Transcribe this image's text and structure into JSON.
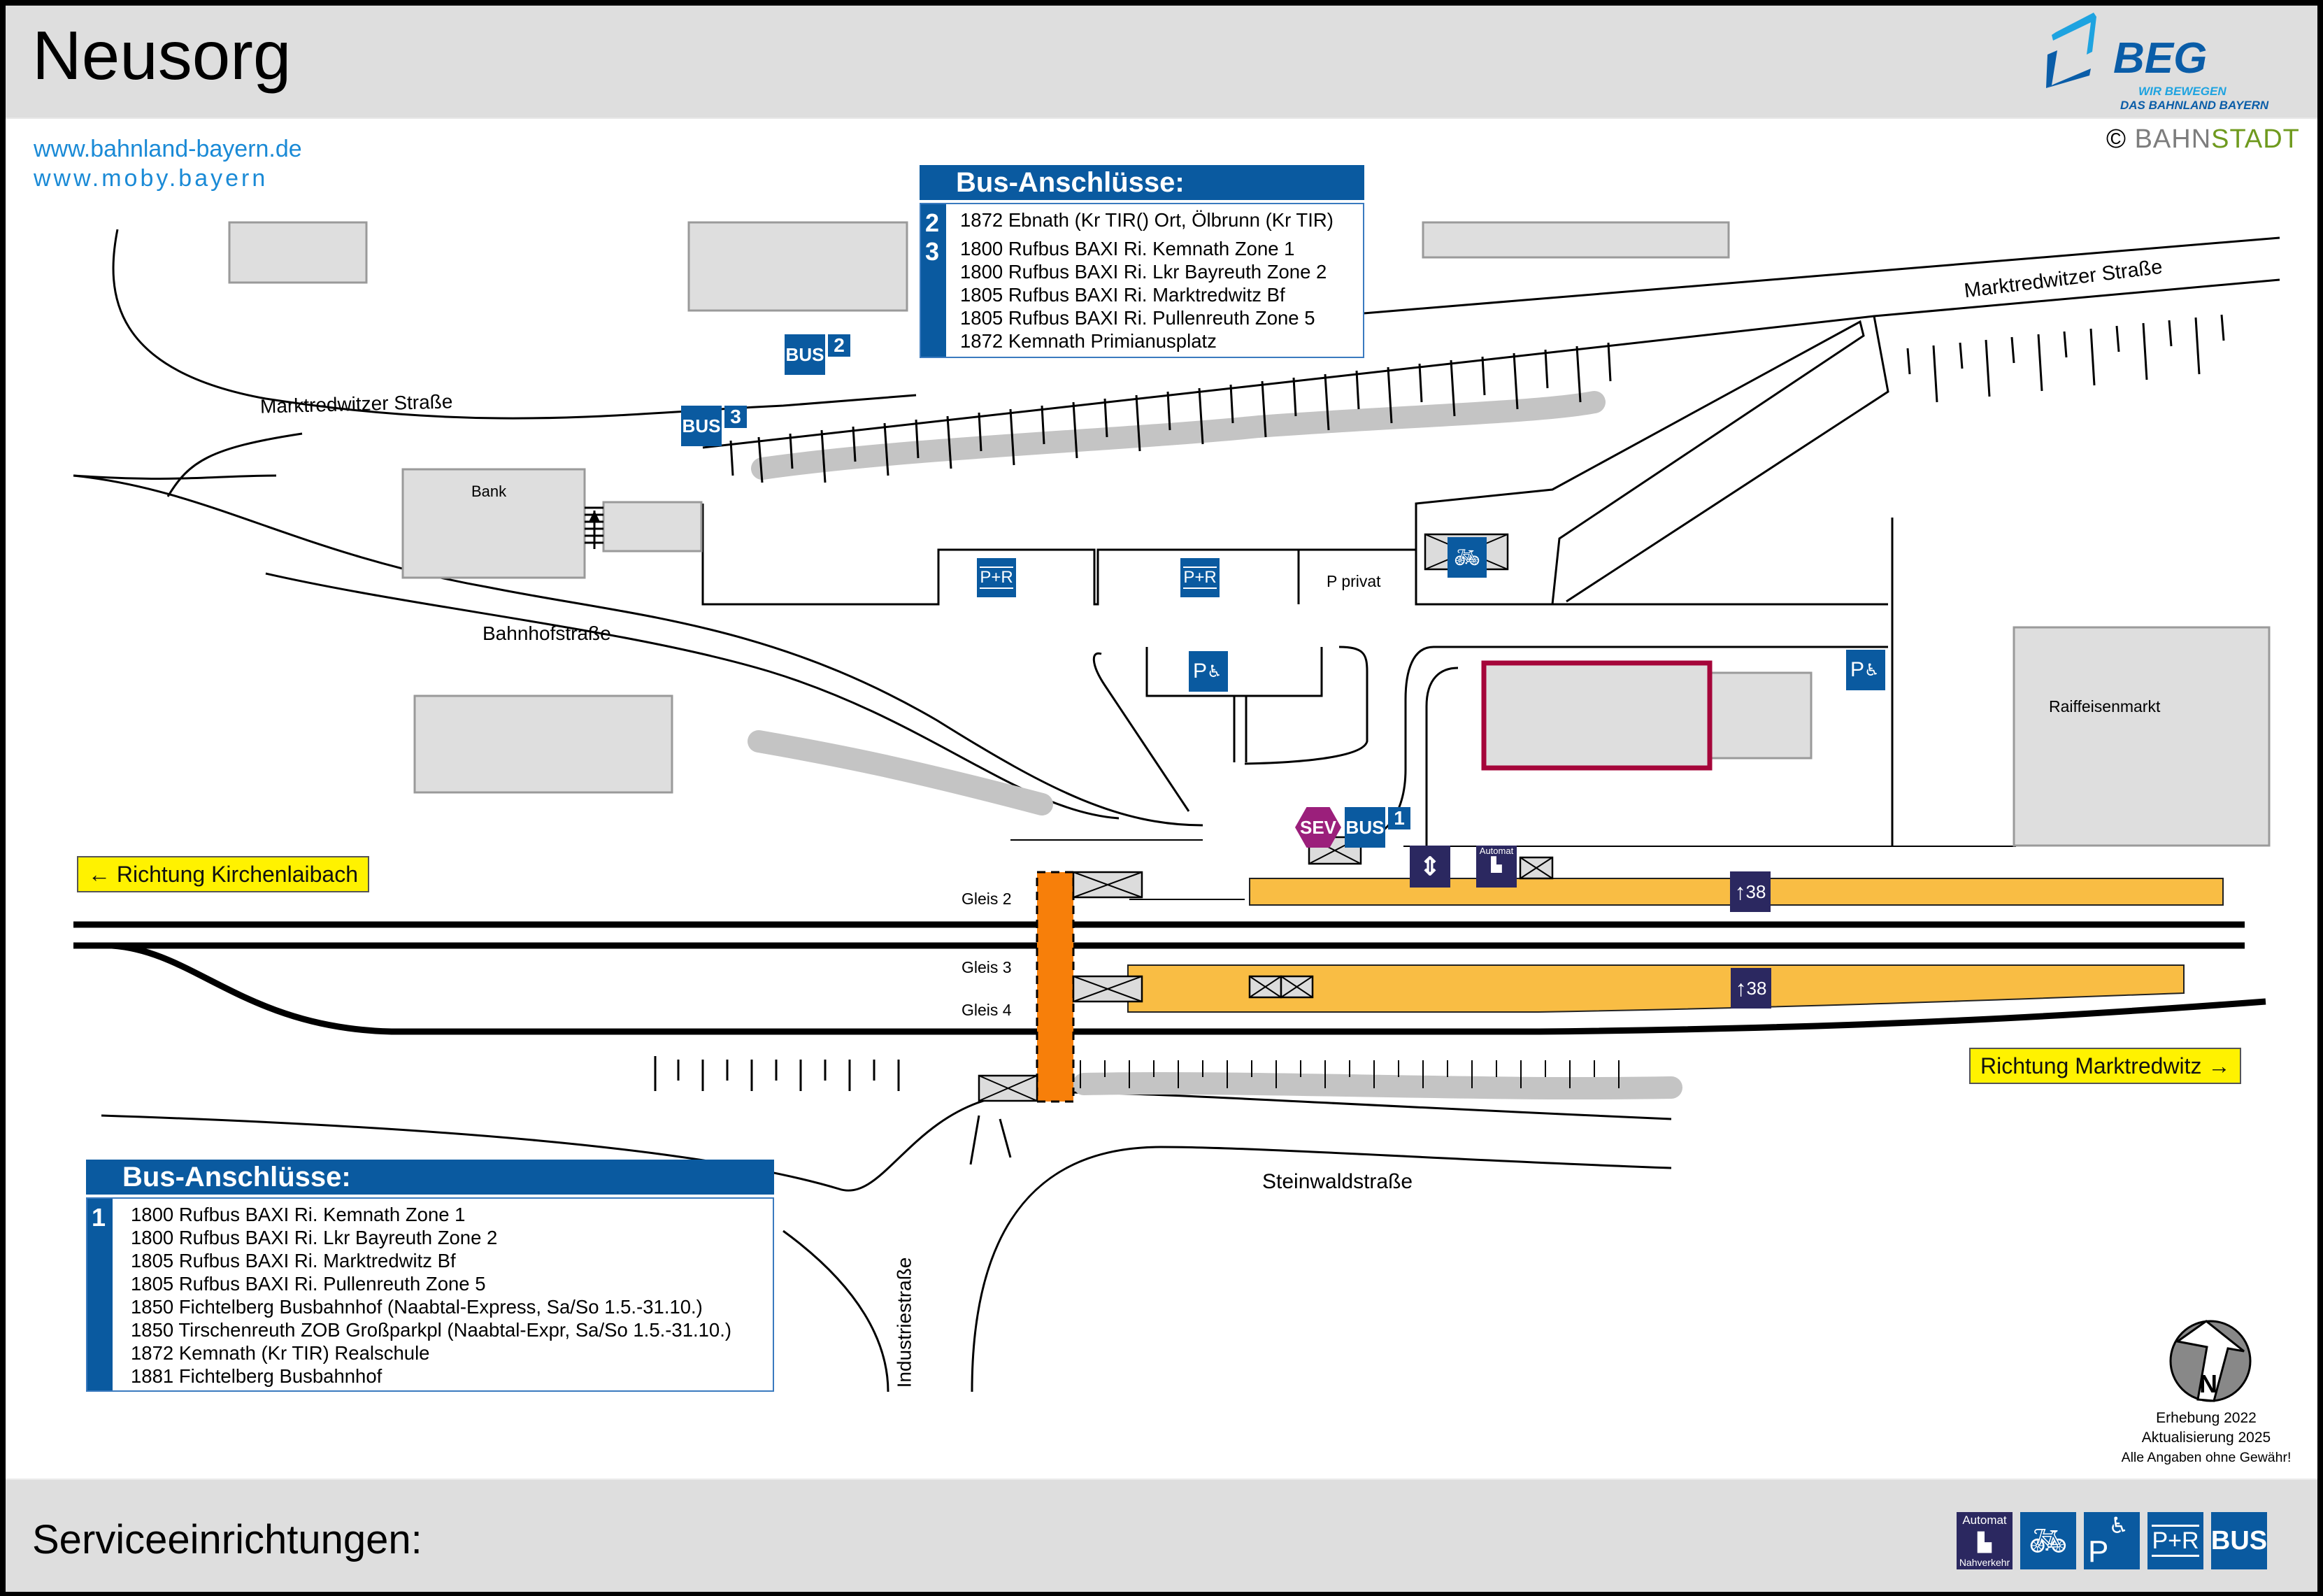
{
  "header": {
    "title": "Neusorg",
    "links": [
      "www.bahnland-bayern.de",
      "www.moby.bayern"
    ],
    "logo": {
      "name": "BEG",
      "tagline_1": "WIR BEWEGEN",
      "tagline_2": "DAS BAHNLAND BAYERN"
    },
    "copyright": {
      "symbol": "©",
      "part1": "BAHN",
      "part2": "STADT"
    }
  },
  "colors": {
    "brand_blue": "#0a5aa0",
    "platform": "#f9bd44",
    "underpass": "#f77f0a",
    "direction_sign": "#fff200",
    "sev": "#9b1f7b",
    "highlight_building": "#a5063a",
    "building_gray": "#dedede"
  },
  "bus_panel_top": {
    "heading": "Bus-Anschlüsse:",
    "groups": [
      {
        "stop": "2",
        "lines": [
          "1872 Ebnath (Kr TIR() Ort, Ölbrunn (Kr TIR)"
        ]
      },
      {
        "stop": "3",
        "lines": [
          "1800 Rufbus BAXI Ri. Kemnath Zone 1",
          "1800 Rufbus BAXI Ri. Lkr Bayreuth Zone 2",
          "1805 Rufbus BAXI Ri. Marktredwitz Bf",
          "1805 Rufbus BAXI Ri. Pullenreuth Zone 5",
          "1872 Kemnath Primianusplatz"
        ]
      }
    ]
  },
  "bus_panel_bottom": {
    "heading": "Bus-Anschlüsse:",
    "groups": [
      {
        "stop": "1",
        "lines": [
          "1800 Rufbus BAXI Ri. Kemnath Zone 1",
          "1800 Rufbus BAXI Ri. Lkr Bayreuth Zone 2",
          "1805 Rufbus BAXI Ri. Marktredwitz Bf",
          "1805 Rufbus BAXI Ri. Pullenreuth Zone 5",
          "1850 Fichtelberg Busbahnhof (Naabtal-Express, Sa/So 1.5.-31.10.)",
          "1850 Tirschenreuth ZOB Großparkpl (Naabtal-Expr, Sa/So 1.5.-31.10.)",
          "1872 Kemnath (Kr TIR) Realschule",
          "1881 Fichtelberg Busbahnhof"
        ]
      }
    ]
  },
  "map": {
    "streets": {
      "marktredwitzer_west": "Marktredwitzer Straße",
      "marktredwitzer_east": "Marktredwitzer Straße",
      "bahnhofstrasse": "Bahnhofstraße",
      "steinwaldstrasse": "Steinwaldstraße",
      "industriestrasse": "Industriestraße"
    },
    "buildings": {
      "bank": "Bank",
      "raiffeisenmarkt": "Raiffeisenmarkt"
    },
    "parking": {
      "pr_label": "P+R",
      "private": "P privat",
      "disabled_label": "P"
    },
    "bus_stops": [
      {
        "label": "BUS",
        "number": "2"
      },
      {
        "label": "BUS",
        "number": "3"
      },
      {
        "label": "BUS",
        "number": "1"
      }
    ],
    "sev_label": "SEV",
    "automat_label": "Automat",
    "tracks": {
      "gleis2": "Gleis 2",
      "gleis3": "Gleis 3",
      "gleis4": "Gleis 4"
    },
    "platform_height_cm": "38",
    "directions": {
      "west": {
        "label": "Richtung Kirchenlaibach",
        "arrow": "←"
      },
      "east": {
        "label": "Richtung Marktredwitz",
        "arrow": "→"
      }
    },
    "north_label": "N"
  },
  "notes": {
    "survey": "Erhebung 2022",
    "update": "Aktualisierung 2025",
    "disclaimer": "Alle Angaben ohne Gewähr!"
  },
  "footer": {
    "title": "Serviceeinrichtungen:",
    "services": [
      {
        "icon": "ticket-machine-icon",
        "top": "Automat",
        "bottom": "Nahverkehr"
      },
      {
        "icon": "bike-parking-icon"
      },
      {
        "icon": "disabled-parking-icon",
        "label": "P"
      },
      {
        "icon": "park-and-ride-icon",
        "label": "P+R"
      },
      {
        "icon": "bus-icon",
        "label": "BUS"
      }
    ]
  }
}
